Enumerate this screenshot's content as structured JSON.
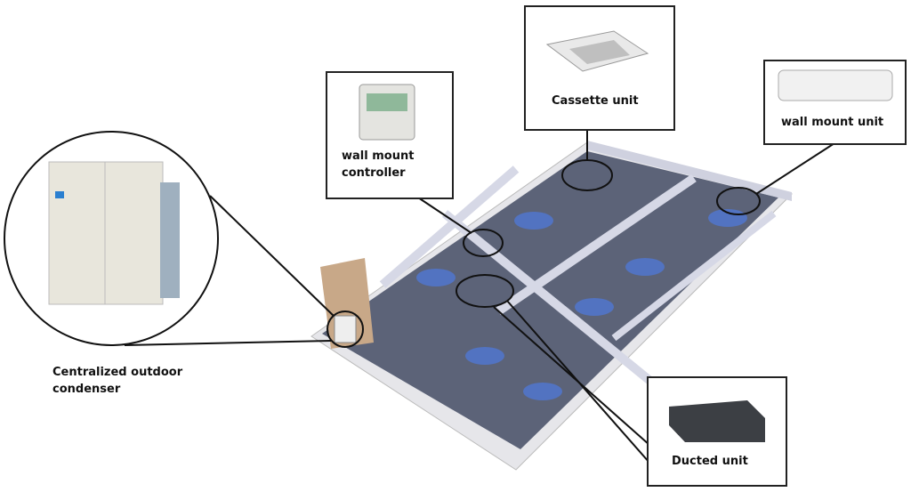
{
  "labels": {
    "controller": "wall mount controller",
    "controller_line1": "wall mount",
    "controller_line2": "controller",
    "cassette": "Cassette unit",
    "wall_unit": "wall mount unit",
    "condenser_line1": "Centralized outdoor",
    "condenser_line2": "condenser",
    "ducted": "Ducted unit"
  },
  "colors": {
    "floor": "#5c6378",
    "wall": "#d9dbe8",
    "airflow": "#4f7be0",
    "outline": "#111111"
  }
}
